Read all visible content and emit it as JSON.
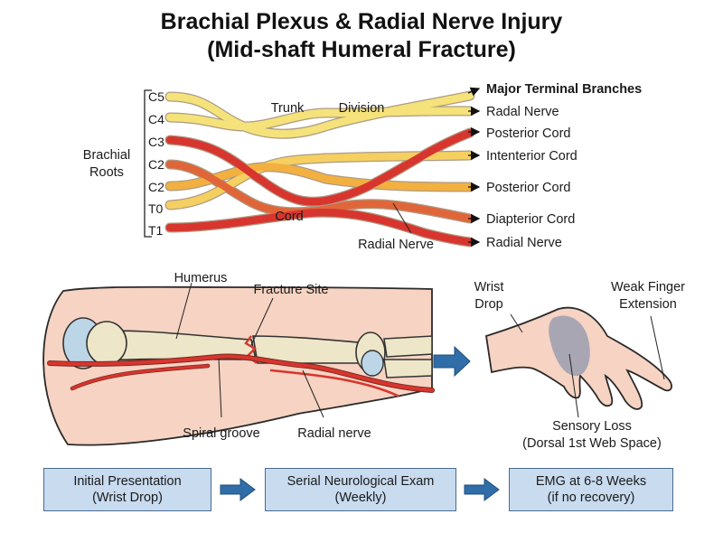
{
  "title": {
    "line1": "Brachial Plexus & Radial Nerve Injury",
    "line2": "(Mid-shaft Humeral Fracture)"
  },
  "plexus": {
    "roots_label": [
      "Brachial",
      "Roots"
    ],
    "roots": [
      "C5",
      "C4",
      "C3",
      "C2",
      "C2",
      "T0",
      "T1"
    ],
    "section_labels": {
      "trunk": "Trunk",
      "division": "Division",
      "cord": "Cord",
      "radial_nerve": "Radial Nerve"
    },
    "branches_header": "Major Terminal Branches",
    "branches": [
      "Radal Nerve",
      "Posterior Cord",
      "Intenterior Cord",
      "Posterior Cord",
      "Diapterior Cord",
      "Radial Nerve"
    ]
  },
  "arm": {
    "humerus": "Humerus",
    "fracture_site": "Fracture Site",
    "spiral_groove": "Spiral groove",
    "radial_nerve": "Radial nerve"
  },
  "hand": {
    "wrist_drop": [
      "Wrist",
      "Drop"
    ],
    "weak_finger": [
      "Weak Finger",
      "Extension"
    ],
    "sensory_loss": [
      "Sensory Loss",
      "(Dorsal 1st Web Space)"
    ]
  },
  "flow": [
    {
      "line1": "Initial Presentation",
      "line2": "(Wrist Drop)"
    },
    {
      "line1": "Serial Neurological Exam",
      "line2": "(Weekly)"
    },
    {
      "line1": "EMG at 6-8 Weeks",
      "line2": "(if no recovery)"
    }
  ],
  "colors": {
    "nerve_yellow": "#f5e27a",
    "nerve_orange": "#f2b040",
    "nerve_red": "#d8352f",
    "skin": "#f6d3c2",
    "bone": "#ede6c8",
    "bone_head": "#bcd6e8",
    "flow_box": "#c8dbef",
    "arrow_blue": "#2f6ea8"
  }
}
